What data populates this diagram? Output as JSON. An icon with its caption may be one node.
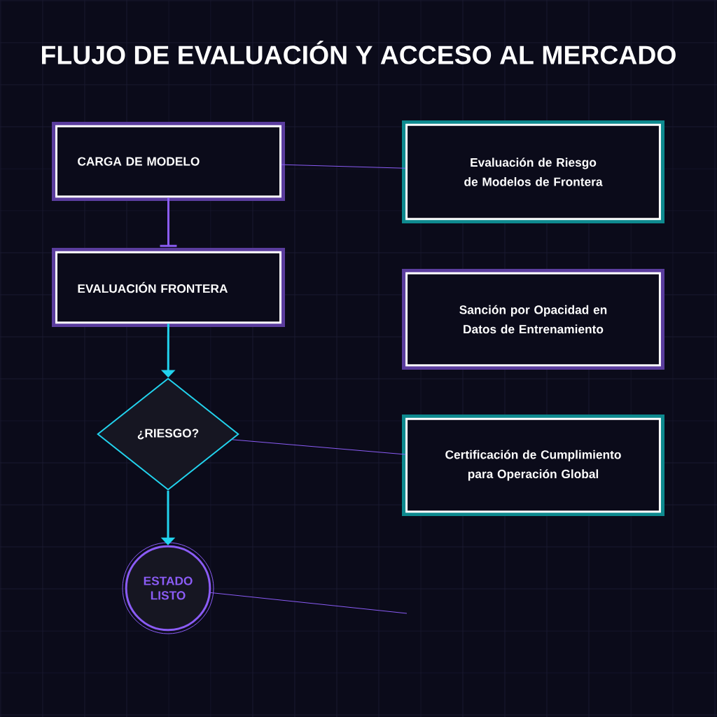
{
  "diagram": {
    "title": "FLUJO DE EVALUACIÓN Y ACCESO AL MERCADO",
    "nodes": [
      {
        "text": [
          "CARGA DE MODELO"
        ]
      },
      {
        "text": [
          "Evaluación de Riesgo de Modelos de Frontera"
        ]
      },
      {
        "text": [
          "EVALUACIÓN FRONTERA"
        ]
      },
      {
        "text": [
          "Sanción por Opacidad en Datos de Entrenamiento"
        ]
      },
      {
        "text": [
          "¿RIESGO?"
        ]
      },
      {
        "text": [
          "Certificación de Cumplimiento para Operación Global"
        ]
      },
      {
        "text": [
          "ESTADO LISTO"
        ]
      }
    ],
    "edges": [
      {
        "from": 0,
        "to": 2,
        "arrow": "other",
        "style": "thick"
      },
      {
        "from": 0,
        "to": 1,
        "arrow": "none"
      },
      {
        "from": 2,
        "to": 4,
        "arrow": "to",
        "style": "thick",
        "color": "#22d3ee"
      },
      {
        "from": 4,
        "to": 5,
        "arrow": "none"
      },
      {
        "from": 4,
        "to": 6,
        "arrow": "to",
        "style": "thick",
        "color": "#22d3ee"
      },
      {
        "from": 6,
        "to": null,
        "arrow": "none"
      }
    ]
  }
}
